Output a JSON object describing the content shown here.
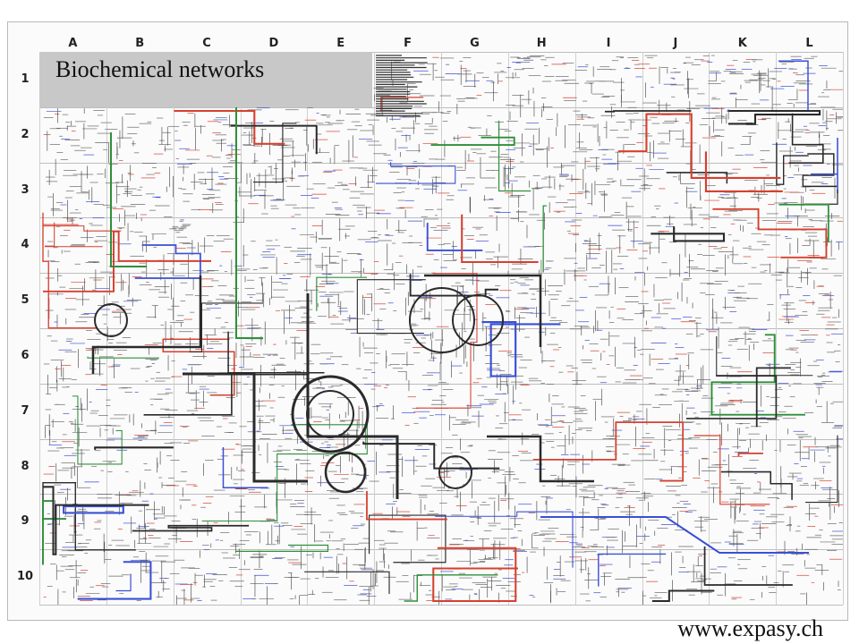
{
  "poster": {
    "title": "Biochemical networks",
    "footer_url": "www.expasy.ch",
    "columns": [
      "A",
      "B",
      "C",
      "D",
      "E",
      "F",
      "G",
      "H",
      "I",
      "J",
      "K",
      "L"
    ],
    "rows": [
      "1",
      "2",
      "3",
      "4",
      "5",
      "6",
      "7",
      "8",
      "9",
      "10"
    ]
  },
  "colors": {
    "line_dark": "#2a2a2a",
    "line_blue": "#3a4fd6",
    "line_red": "#d6402f",
    "line_green": "#2f8f3a",
    "title_box": "#c8c8c8"
  }
}
